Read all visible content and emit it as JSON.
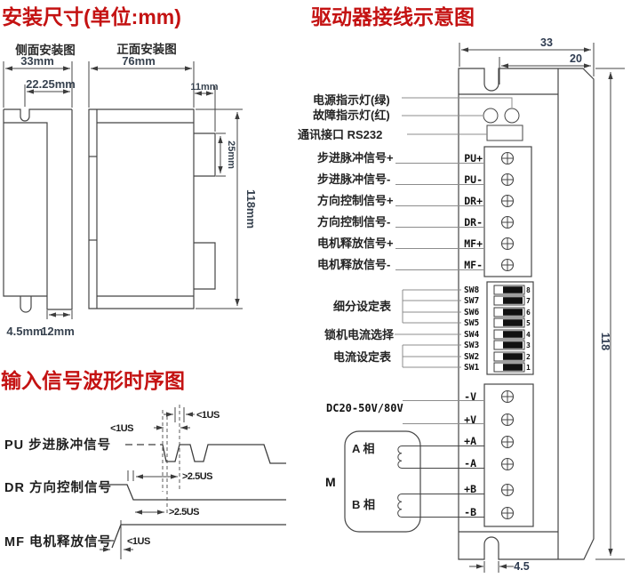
{
  "titles": {
    "mounting": "安装尺寸(单位:mm)",
    "wiring": "驱动器接线示意图",
    "waveform": "输入信号波形时序图"
  },
  "mounting": {
    "side": {
      "title": "侧面安装图",
      "width": "33mm",
      "slot_offset": "22.25mm",
      "slot_width": "4.5mm",
      "body_depth": "12mm"
    },
    "front": {
      "title": "正面安装图",
      "width": "76mm",
      "tab_depth": "11mm",
      "block_height": "25mm",
      "height": "118mm"
    }
  },
  "wiring": {
    "dims": {
      "depth": "33",
      "slot_to_back": "20",
      "height": "118",
      "slot_width": "4.5"
    },
    "power_led": "电源指示灯(绿)",
    "fault_led": "故障指示灯(红)",
    "comm_port": "通讯接口 RS232",
    "signals": [
      {
        "label": "步进脉冲信号+",
        "pin": "PU+"
      },
      {
        "label": "步进脉冲信号-",
        "pin": "PU-"
      },
      {
        "label": "方向控制信号+",
        "pin": "DR+"
      },
      {
        "label": "方向控制信号-",
        "pin": "DR-"
      },
      {
        "label": "电机释放信号+",
        "pin": "MF+"
      },
      {
        "label": "电机释放信号-",
        "pin": "MF-"
      }
    ],
    "dip": {
      "switches": [
        {
          "pin": "SW8",
          "num": "8"
        },
        {
          "pin": "SW7",
          "num": "7"
        },
        {
          "pin": "SW6",
          "num": "6"
        },
        {
          "pin": "SW5",
          "num": "5"
        },
        {
          "pin": "SW4",
          "num": "4"
        },
        {
          "pin": "SW3",
          "num": "3"
        },
        {
          "pin": "SW2",
          "num": "2"
        },
        {
          "pin": "SW1",
          "num": "1"
        }
      ],
      "group_subdivision": "细分设定表",
      "group_lock_current": "锁机电流选择",
      "group_current": "电流设定表"
    },
    "power": {
      "label": "DC20-50V/80V",
      "neg": "-V",
      "pos": "+V"
    },
    "motor": {
      "name": "M",
      "phase_a": "A 相",
      "phase_b": "B 相",
      "pa": "+A",
      "na": "-A",
      "pb": "+B",
      "nb": "-B"
    }
  },
  "waveform": {
    "pu_label": "PU 步进脉冲信号",
    "dr_label": "DR 方向控制信号",
    "mf_label": "MF 电机释放信号",
    "ann_rise": "<1US",
    "ann_fall": "<1US",
    "ann_setup_pu": ">2.5US",
    "ann_setup_dr": ">2.5US",
    "ann_mf": "<1US"
  },
  "colors": {
    "title": "#c41212",
    "line": "#454545",
    "dim": "#2e3b50"
  }
}
